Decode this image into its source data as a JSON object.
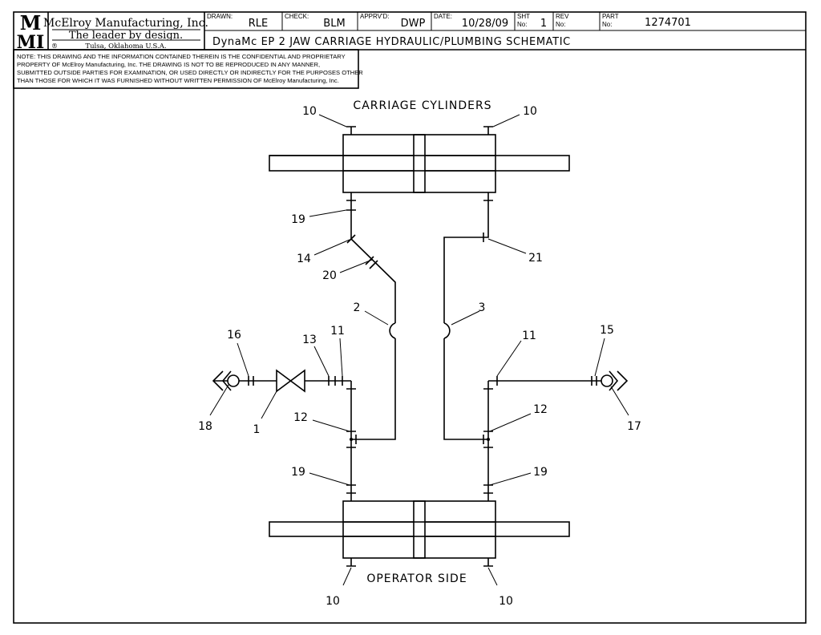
{
  "title_block": {
    "logo_text": "MMI",
    "company": "McElroy Manufacturing, Inc.",
    "tagline": "The leader by design.",
    "registered": "®",
    "location": "Tulsa, Oklahoma U.S.A.",
    "drawn_label": "DRAWN:",
    "drawn": "RLE",
    "check_label": "CHECK:",
    "check": "BLM",
    "apprvd_label": "APPRV'D:",
    "apprvd": "DWP",
    "date_label": "DATE:",
    "date": "10/28/09",
    "sht_label1": "SHT",
    "sht_label2": "No:",
    "sht": "1",
    "rev_label1": "REV",
    "rev_label2": "No:",
    "rev": "",
    "part_label1": "PART",
    "part_label2": "No:",
    "part": "1274701",
    "drawing_title": "DynaMc EP 2 JAW CARRIAGE HYDRAULIC/PLUMBING SCHEMATIC"
  },
  "note_lines": [
    "NOTE: THIS DRAWING AND THE INFORMATION CONTAINED THEREIN IS THE CONFIDENTIAL AND PROPRIETARY",
    "PROPERTY OF McElroy Manufacturing, Inc. THE DRAWING IS NOT TO BE REPRODUCED IN ANY MANNER,",
    "SUBMITTED OUTSIDE PARTIES FOR EXAMINATION, OR USED DIRECTLY OR INDIRECTLY FOR THE PURPOSES OTHER",
    "THAN THOSE FOR WHICH IT WAS FURNISHED WITHOUT WRITTEN PERMISSION OF McElroy Manufacturing, Inc."
  ],
  "diagram": {
    "top_title": "CARRIAGE CYLINDERS",
    "bottom_title": "OPERATOR SIDE",
    "callouts": {
      "c10_tl": "10",
      "c10_tr": "10",
      "c10_bl": "10",
      "c10_br": "10",
      "c19_tl": "19",
      "c14": "14",
      "c20": "20",
      "c21": "21",
      "c2": "2",
      "c3": "3",
      "c16": "16",
      "c13": "13",
      "c11_l": "11",
      "c11_r": "11",
      "c15": "15",
      "c18": "18",
      "c1": "1",
      "c12_l": "12",
      "c12_r": "12",
      "c17": "17",
      "c19_bl": "19",
      "c19_br": "19"
    }
  }
}
